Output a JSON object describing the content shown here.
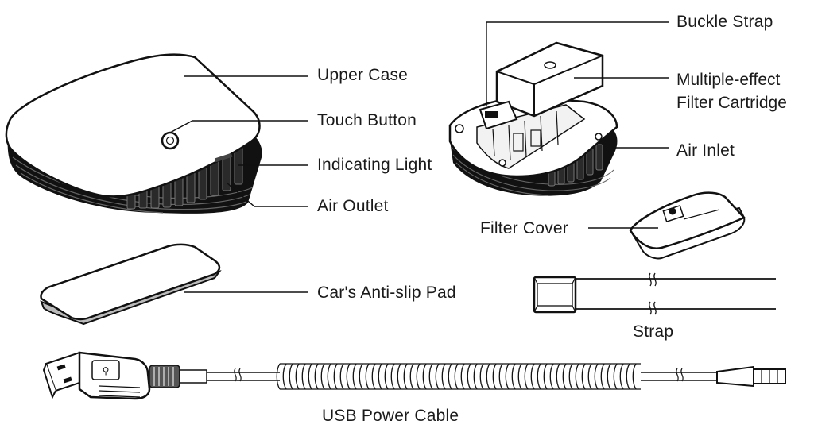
{
  "labels": {
    "upper_case": "Upper Case",
    "touch_button": "Touch Button",
    "indicating_light": "Indicating Light",
    "air_outlet": "Air Outlet",
    "anti_slip_pad": "Car's Anti-slip Pad",
    "buckle_strap": "Buckle Strap",
    "filter_cartridge_line1": "Multiple-effect",
    "filter_cartridge_line2": "Filter Cartridge",
    "air_inlet": "Air Inlet",
    "filter_cover": "Filter Cover",
    "strap": "Strap",
    "usb_power_cable": "USB Power Cable"
  },
  "colors": {
    "ink": "#1a1a1a",
    "body_dark": "#111111",
    "shell": "#ffffff",
    "gray": "#cfcfcf"
  }
}
